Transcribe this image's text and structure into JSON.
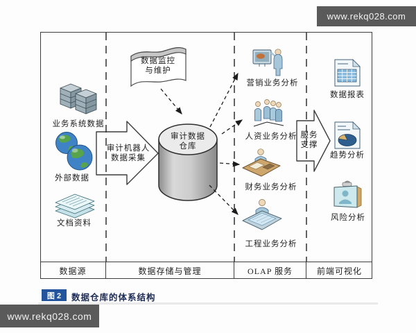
{
  "watermarks": {
    "top": "www.rekq028.com",
    "bottom": "www.rekq028.com"
  },
  "caption": {
    "badge": "图 2",
    "title": "数据仓库的体系结构"
  },
  "columns": {
    "sources": {
      "footer": "数据源",
      "items": {
        "systems": "业务系统数据",
        "external": "外部数据",
        "documents": "文档资料"
      }
    },
    "storage": {
      "footer": "数据存储与管理",
      "banner": {
        "line1": "数据监控",
        "line2": "与维护"
      },
      "collect_arrow": {
        "line1": "审计机器人",
        "line2": "数据采集"
      },
      "warehouse": {
        "line1": "审计数据",
        "line2": "仓库"
      }
    },
    "olap": {
      "footer": "OLAP 服务",
      "items": {
        "marketing": "营销业务分析",
        "hr": "人资业务分析",
        "finance": "财务业务分析",
        "engineering": "工程业务分析"
      }
    },
    "frontend": {
      "footer": "前端可视化",
      "support_arrow": {
        "line1": "服务",
        "line2": "支撑"
      },
      "items": {
        "report": "数据报表",
        "trend": "趋势分析",
        "risk": "风险分析"
      }
    }
  },
  "colors": {
    "watermark_bg": "#5a5a5a",
    "caption_badge_bg": "#24549c",
    "caption_text": "#1c2b55",
    "diagram_line": "#3d3d3d"
  }
}
